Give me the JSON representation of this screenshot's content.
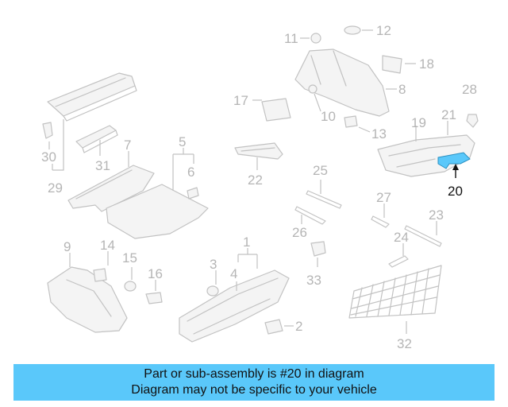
{
  "diagram": {
    "highlight_color": "#5ac8fa",
    "callouts": {
      "c1": "1",
      "c2": "2",
      "c3": "3",
      "c4": "4",
      "c5": "5",
      "c6": "6",
      "c7": "7",
      "c8": "8",
      "c9": "9",
      "c10": "10",
      "c11": "11",
      "c12": "12",
      "c13": "13",
      "c14": "14",
      "c15": "15",
      "c16": "16",
      "c17": "17",
      "c18": "18",
      "c19": "19",
      "c20": "20",
      "c21": "21",
      "c22": "22",
      "c23": "23",
      "c24": "24",
      "c25": "25",
      "c26": "26",
      "c27": "27",
      "c28": "28",
      "c29": "29",
      "c30": "30",
      "c31": "31",
      "c32": "32",
      "c33": "33"
    }
  },
  "footer": {
    "line1": "Part or sub-assembly is #20 in diagram",
    "line2": "Diagram may not be specific to your vehicle"
  }
}
